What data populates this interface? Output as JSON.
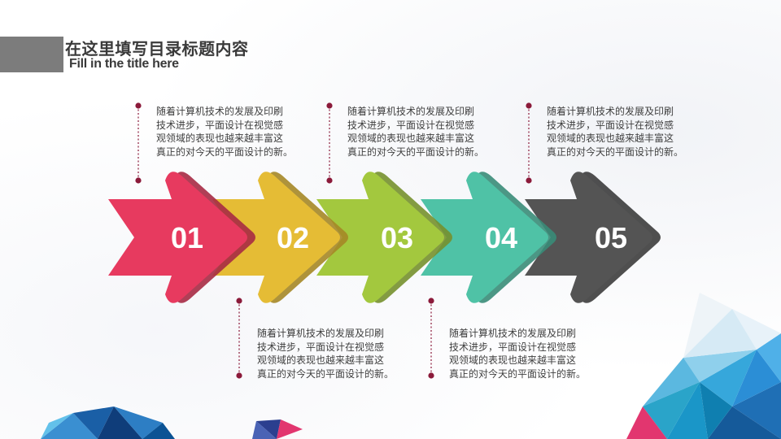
{
  "header": {
    "title_cn": "在这里填写目录标题内容",
    "title_en": "Fill in the title here"
  },
  "steps": [
    {
      "number": "01",
      "color": "#e73a5f",
      "text_position": "top"
    },
    {
      "number": "02",
      "color": "#e5bc35",
      "text_position": "bottom"
    },
    {
      "number": "03",
      "color": "#a3c83e",
      "text_position": "top"
    },
    {
      "number": "04",
      "color": "#4fc2a6",
      "text_position": "bottom"
    },
    {
      "number": "05",
      "color": "#545454",
      "text_position": "top"
    }
  ],
  "texts": [
    {
      "lines": [
        "随着计算机技术的发展及印刷",
        "技术进步，平面设计在视觉感",
        "观领域的表现也越来越丰富这",
        "真正的对今天的平面设计的新。"
      ]
    },
    {
      "lines": [
        "随着计算机技术的发展及印刷",
        "技术进步，平面设计在视觉感",
        "观领域的表现也越来越丰富这",
        "真正的对今天的平面设计的新。"
      ]
    },
    {
      "lines": [
        "随着计算机技术的发展及印刷",
        "技术进步，平面设计在视觉感",
        "观领域的表现也越来越丰富这",
        "真正的对今天的平面设计的新。"
      ]
    },
    {
      "lines": [
        "随着计算机技术的发展及印刷",
        "技术进步，平面设计在视觉感",
        "观领域的表现也越来越丰富这",
        "真正的对今天的平面设计的新。"
      ]
    },
    {
      "lines": [
        "随着计算机技术的发展及印刷",
        "技术进步，平面设计在视觉感",
        "观领域的表现也越来越丰富这",
        "真正的对今天的平面设计的新。"
      ]
    }
  ],
  "colors": {
    "connector": "#8b1a3a",
    "title_bar": "#7c7c7c"
  }
}
